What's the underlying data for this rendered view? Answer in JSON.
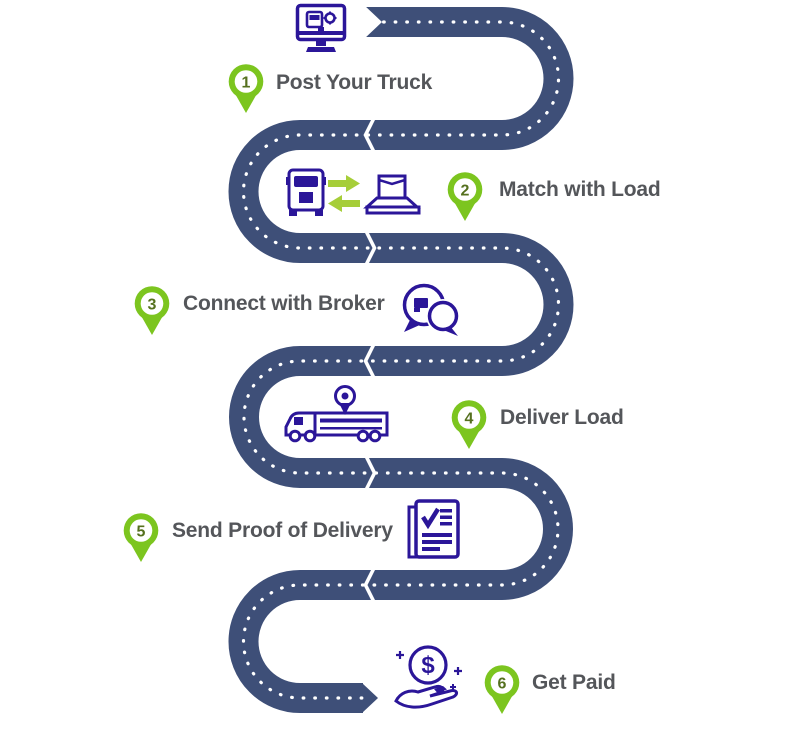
{
  "diagram": {
    "kind": "process-roadmap",
    "steps": [
      {
        "number": "1",
        "label": "Post Your Truck",
        "icon": "computer-truck-icon"
      },
      {
        "number": "2",
        "label": "Match with Load",
        "icon": "truck-load-swap-icon"
      },
      {
        "number": "3",
        "label": "Connect with Broker",
        "icon": "chat-bubbles-icon"
      },
      {
        "number": "4",
        "label": "Deliver Load",
        "icon": "delivery-truck-pin-icon"
      },
      {
        "number": "5",
        "label": "Send Proof of Delivery",
        "icon": "proof-document-icon"
      },
      {
        "number": "6",
        "label": "Get Paid",
        "icon": "hand-coin-icon"
      }
    ],
    "colors": {
      "road_blue": "#3E4F78",
      "center_dash": "#FFFFFF",
      "pin_green": "#7CC51F",
      "pin_number": "#55701E",
      "label_gray": "#54565A",
      "icon_indigo": "#2B1699",
      "arrow_green": "#A6CE39"
    }
  }
}
